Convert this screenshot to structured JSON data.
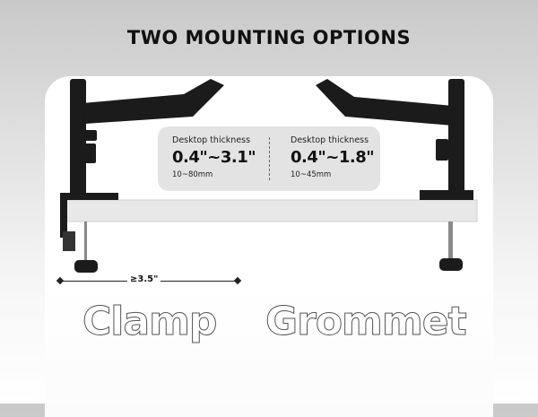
{
  "title": "TWO MOUNTING OPTIONS",
  "info": {
    "left": {
      "label": "Desktop thickness",
      "range_in": "0.4\"~3.1\"",
      "range_mm": "10~80mm"
    },
    "right": {
      "label": "Desktop thickness",
      "range_in": "0.4\"~1.8\"",
      "range_mm": "10~45mm"
    }
  },
  "clamp_distance": "≥3.5\"",
  "options": {
    "clamp": "Clamp",
    "grommet": "Grommet"
  }
}
